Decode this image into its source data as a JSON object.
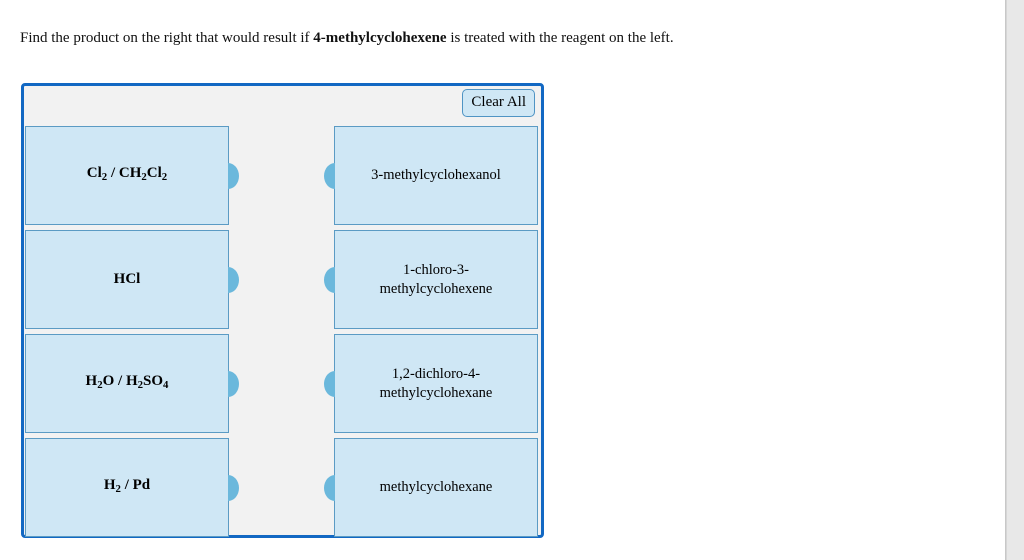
{
  "question": {
    "prefix": "Find the product on the right that would result if ",
    "highlight": "4-methylcyclohexene",
    "suffix": " is treated with the reagent on the left."
  },
  "panel": {
    "clear_all_label": "Clear All",
    "background_color": "#f2f2f2",
    "border_color": "#1268c3",
    "item_fill_color": "#cfe7f5",
    "item_border_color": "#5b9bc4",
    "connector_color": "#6bb8dc"
  },
  "left_column": {
    "items": [
      {
        "html": "Cl<sub>2</sub> / CH<sub>2</sub>Cl<sub>2</sub>",
        "text": "Cl2 / CH2Cl2"
      },
      {
        "html": "HCl",
        "text": "HCl"
      },
      {
        "html": "H<sub>2</sub>O / H<sub>2</sub>SO<sub>4</sub>",
        "text": "H2O / H2SO4"
      },
      {
        "html": "H<sub>2</sub> / Pd",
        "text": "H2 / Pd"
      }
    ]
  },
  "right_column": {
    "items": [
      {
        "html": "3-methylcyclohexanol",
        "text": "3-methylcyclohexanol"
      },
      {
        "html": "1-chloro-3-<br>methylcyclohexene",
        "text": "1-chloro-3-methylcyclohexene"
      },
      {
        "html": "1,2-dichloro-4-<br>methylcyclohexane",
        "text": "1,2-dichloro-4-methylcyclohexane"
      },
      {
        "html": "methylcyclohexane",
        "text": "methylcyclohexane"
      }
    ]
  }
}
